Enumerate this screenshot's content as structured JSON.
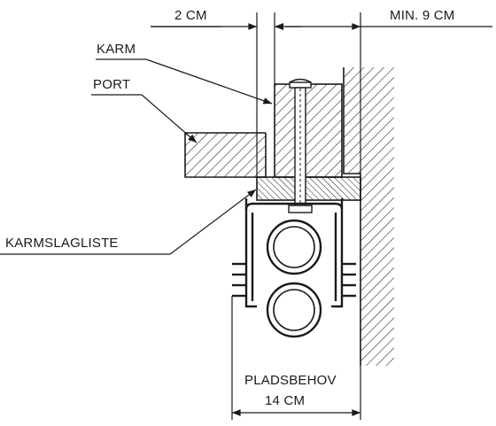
{
  "labels": {
    "top_left_dimension": "2 CM",
    "top_right_dimension": "MIN. 9 CM",
    "frame": "KARM",
    "door": "PORT",
    "frame_stop_strip": "KARMSLAGLISTE",
    "space_required": "PLADSBEHOV",
    "space_required_value": "14 CM"
  },
  "icons": {
    "frame_hatch": "diagonal-hatch",
    "strip_hatch": "cross-hatch",
    "wall_hatch": "diagonal-hatch",
    "door_hatch": "diagonal-hatch"
  }
}
